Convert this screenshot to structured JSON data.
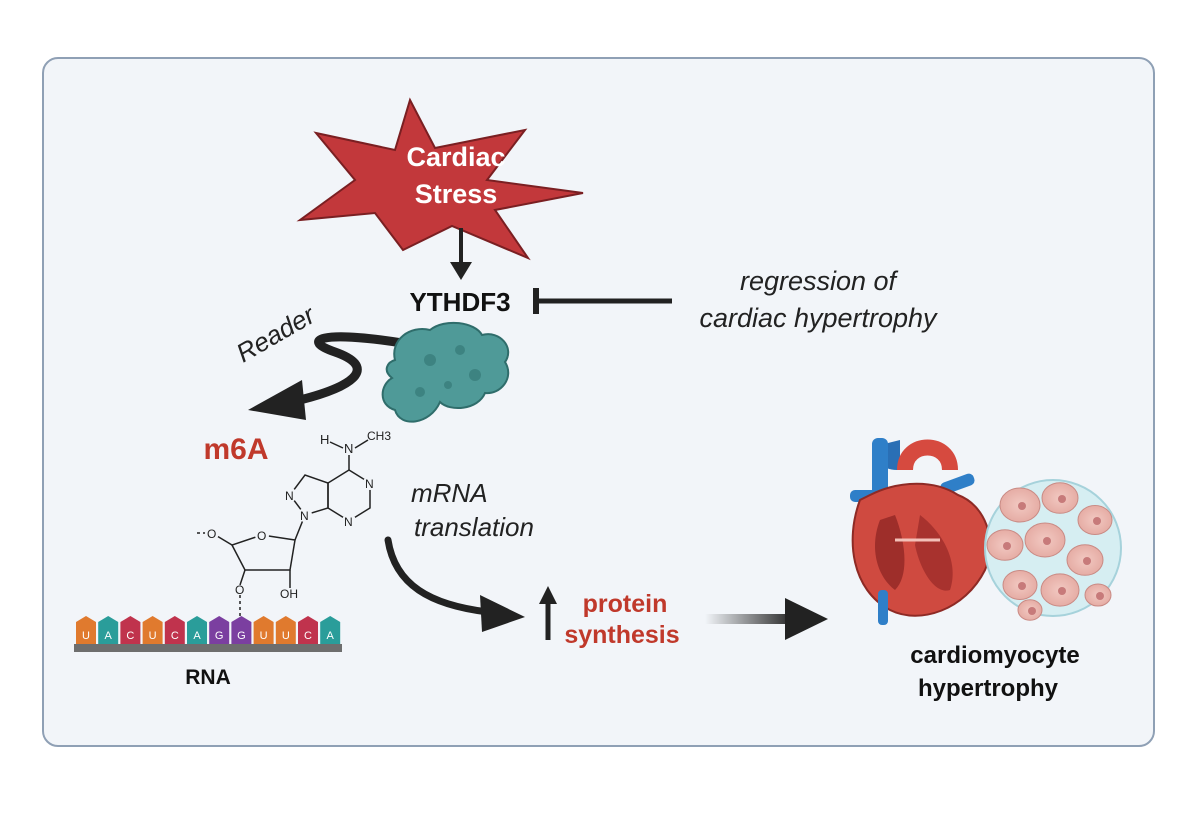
{
  "stress": {
    "line1": "Cardiac",
    "line2": "Stress"
  },
  "ythdf3": "YTHDF3",
  "regression": {
    "line1": "regression of",
    "line2": "cardiac hypertrophy"
  },
  "reader": "Reader",
  "m6a": "m6A",
  "chem": {
    "h": "H",
    "n_top": "N",
    "ch3": "CH3",
    "n1": "N",
    "n2": "N",
    "n3": "N",
    "n4": "N",
    "o1": "O",
    "o2": "O",
    "oh": "OH",
    "o3": "O"
  },
  "mrna": {
    "line1": "mRNA",
    "line2": "translation"
  },
  "protein": {
    "line1": "protein",
    "line2": "synthesis"
  },
  "rna_label": "RNA",
  "rna_bases": [
    {
      "base": "U",
      "color": "#e07a2e"
    },
    {
      "base": "A",
      "color": "#2a9d9a"
    },
    {
      "base": "C",
      "color": "#c0334d"
    },
    {
      "base": "U",
      "color": "#e07a2e"
    },
    {
      "base": "C",
      "color": "#c0334d"
    },
    {
      "base": "A",
      "color": "#2a9d9a"
    },
    {
      "base": "G",
      "color": "#7b3fa0"
    },
    {
      "base": "G",
      "color": "#7b3fa0"
    },
    {
      "base": "U",
      "color": "#e07a2e"
    },
    {
      "base": "U",
      "color": "#e07a2e"
    },
    {
      "base": "C",
      "color": "#c0334d"
    },
    {
      "base": "A",
      "color": "#2a9d9a"
    }
  ],
  "outcome": {
    "line1": "cardiomyocyte",
    "line2": "hypertrophy"
  },
  "colors": {
    "accent_red": "#c0392b",
    "star_fill": "#c2383b",
    "protein_teal": "#4f9a98",
    "arrow": "#1f1f1f",
    "panel_bg": "#f2f5f9",
    "panel_border": "#8fa0b5"
  }
}
